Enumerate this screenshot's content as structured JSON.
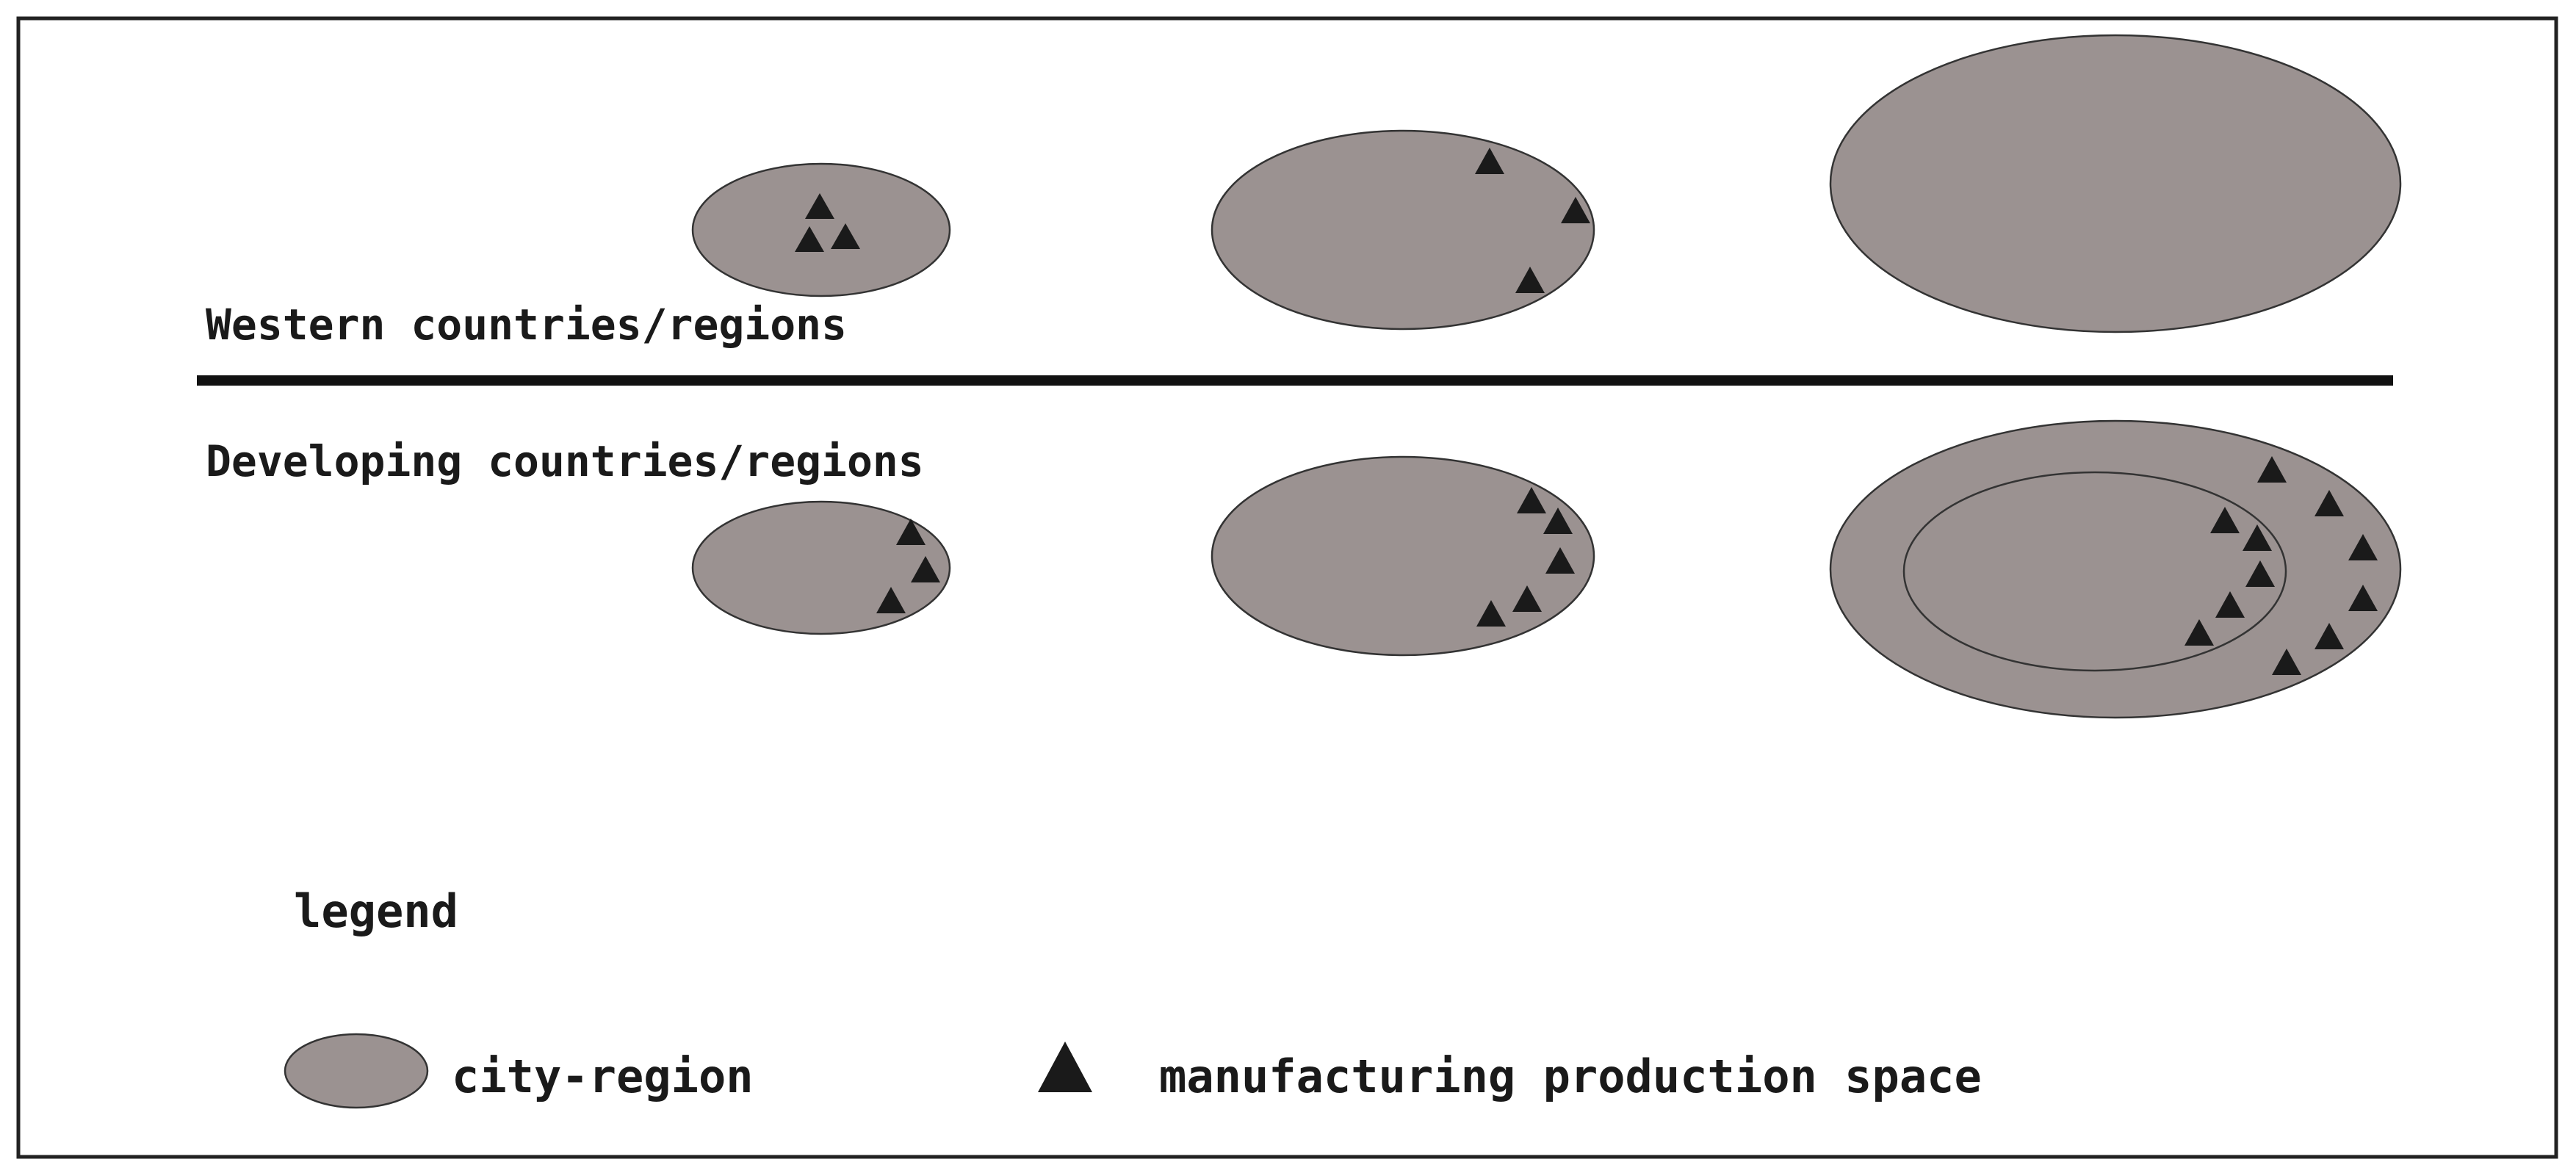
{
  "labels": {
    "western": "Western countries/regions",
    "developing": "Developing countries/regions"
  },
  "legend": {
    "title": "legend",
    "city_region": "city-region",
    "manufacturing": "manufacturing production space"
  },
  "colors": {
    "city_fill": "#9b9291",
    "outline": "#333333",
    "triangle": "#1a1a1a",
    "divider": "#111111",
    "frame": "#222222"
  },
  "icons": {
    "city_region": "gray-ellipse",
    "manufacturing": "black-triangle"
  }
}
